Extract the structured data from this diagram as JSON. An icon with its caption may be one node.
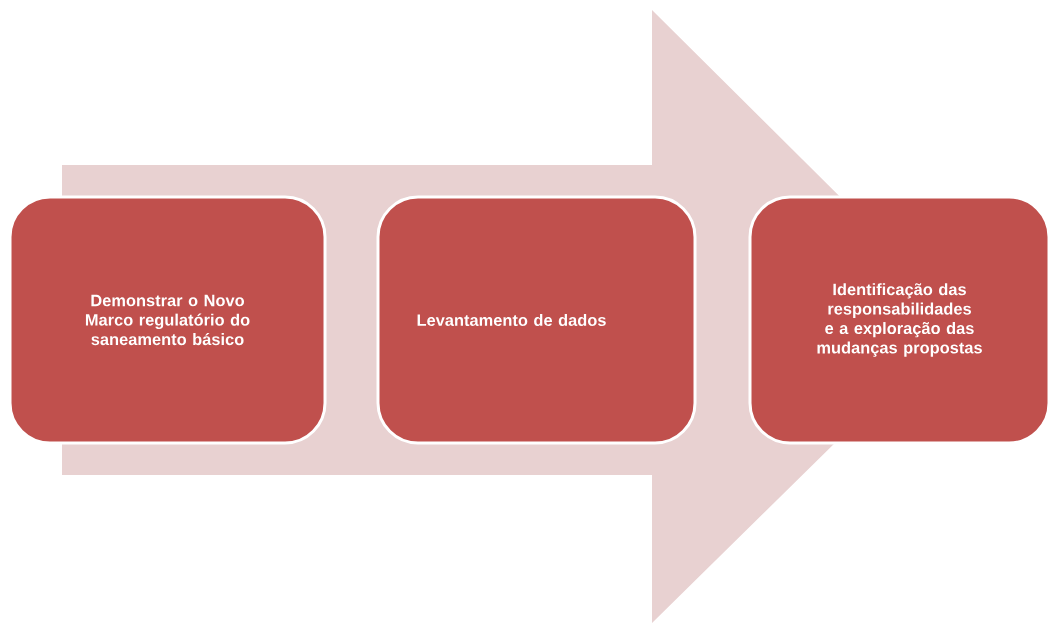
{
  "diagram": {
    "nodes": [
      {
        "text": [
          "Demonstrar o Novo Marco regulatório do saneamento básico"
        ]
      },
      {
        "text": [
          "Levantamento de dados"
        ]
      },
      {
        "text": [
          "Identificação das responsabilidades e a exploração das mudanças propostas"
        ]
      }
    ],
    "edges": [
      {
        "from": 0,
        "to": 2,
        "arrow": "to"
      }
    ]
  }
}
